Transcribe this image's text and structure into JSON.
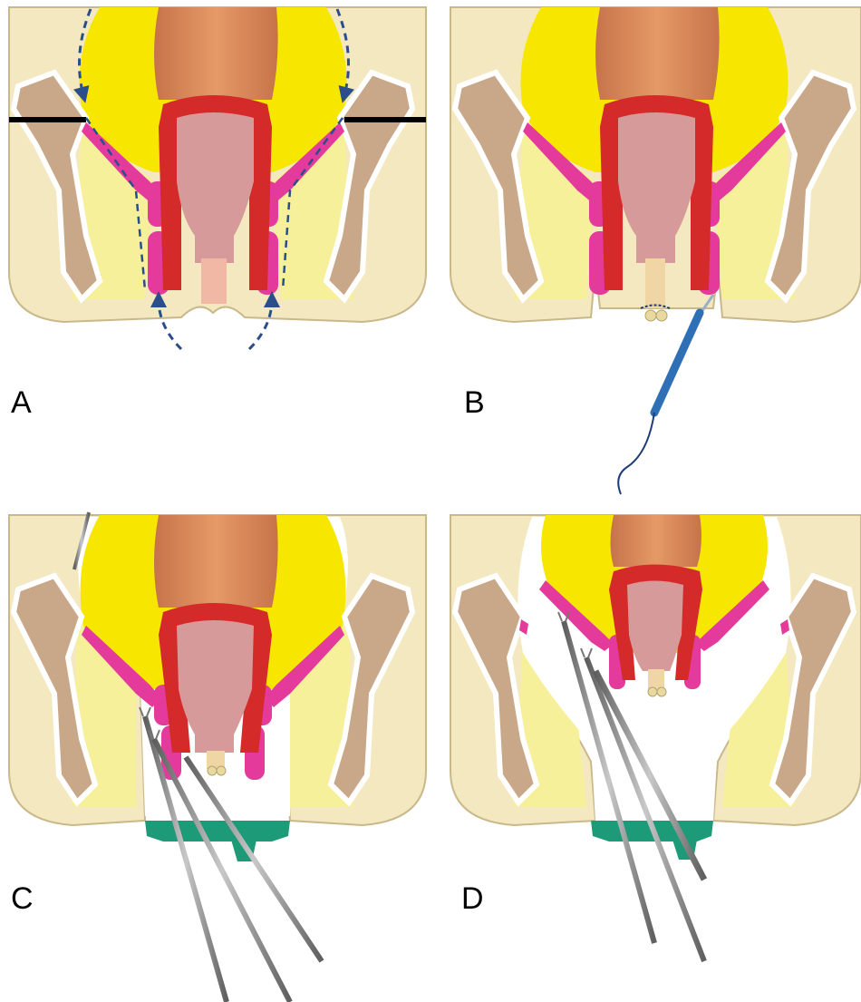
{
  "panels": [
    {
      "label": "A"
    },
    {
      "label": "B"
    },
    {
      "label": "C"
    },
    {
      "label": "D"
    }
  ],
  "colors": {
    "skin": "#f3e8bf",
    "skin_outline": "#c9b88a",
    "fat": "#f5f09a",
    "mesorectum": "#f7e600",
    "bowel_wall": "#de8a5a",
    "mucosa": "#d79a9a",
    "muscle_red": "#d42a2a",
    "levator": "#e33a9c",
    "bone": "#c9a88a",
    "bone_outline": "#ffffff",
    "dashed_arrow": "#2a4e8c",
    "platform": "#1d9a78",
    "instrument": "#8a8a8a",
    "needle": "#2e6fb5"
  }
}
